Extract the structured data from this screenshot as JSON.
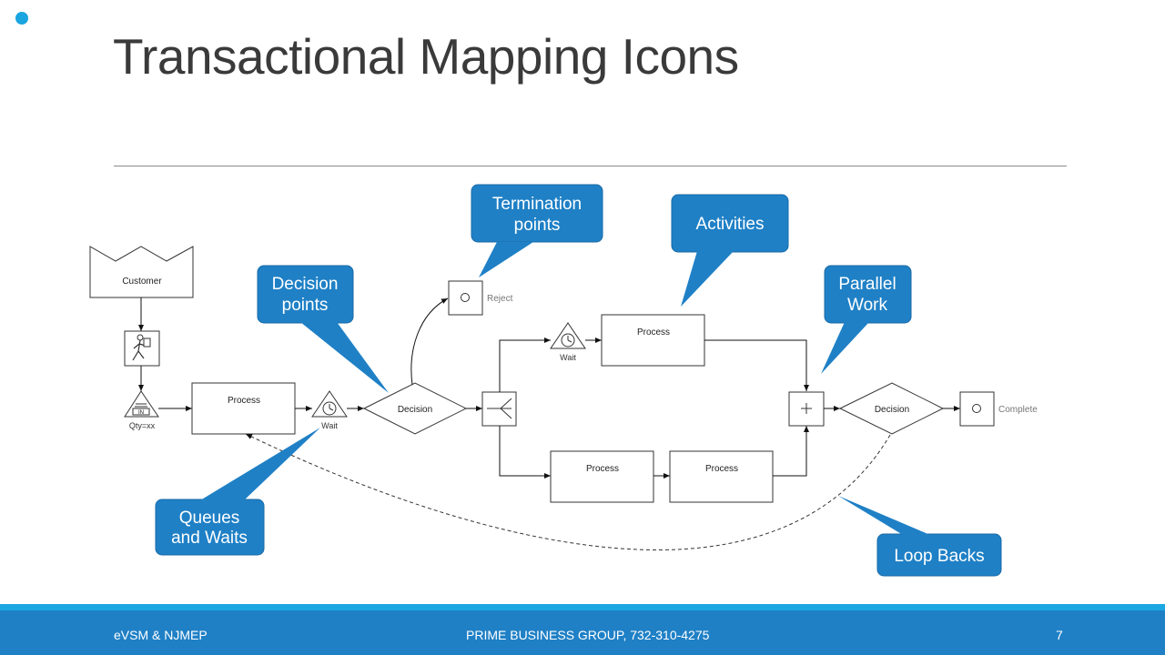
{
  "slide": {
    "title": "Transactional Mapping Icons",
    "page_number": "7"
  },
  "footer": {
    "left": "eVSM & NJMEP",
    "center": "PRIME BUSINESS GROUP, 732-310-4275",
    "right": "7"
  },
  "diagram": {
    "customer": "Customer",
    "inventory_label": "IN",
    "qty": "Qty=xx",
    "process_main": "Process",
    "wait_1": "Wait",
    "decision_1": "Decision",
    "reject": "Reject",
    "wait_2": "Wait",
    "process_top": "Process",
    "process_bottom_1": "Process",
    "process_bottom_2": "Process",
    "decision_2": "Decision",
    "complete": "Complete"
  },
  "callouts": {
    "termination_line1": "Termination",
    "termination_line2": "points",
    "activities": "Activities",
    "decision_line1": "Decision",
    "decision_line2": "points",
    "parallel_line1": "Parallel",
    "parallel_line2": "Work",
    "queues_line1": "Queues",
    "queues_line2": "and Waits",
    "loop_backs": "Loop Backs"
  },
  "colors": {
    "callout_fill": "#1f80c6",
    "accent": "#1aa5e0"
  }
}
